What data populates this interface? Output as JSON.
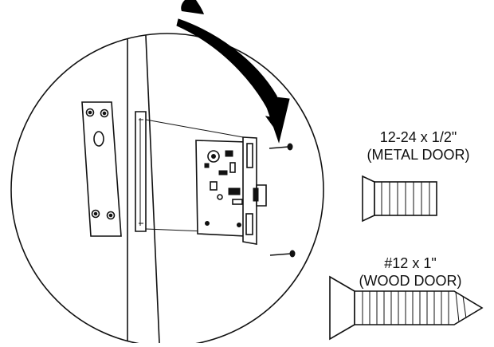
{
  "labels": {
    "metal_screw_size": "12-24 x 1/2\"",
    "metal_screw_door": "(METAL DOOR)",
    "wood_screw_size": "#12 x 1\"",
    "wood_screw_door": "(WOOD DOOR)"
  },
  "icons": {
    "arrow": "curved-arrow-icon",
    "metal_screw": "machine-screw-icon",
    "wood_screw": "wood-screw-icon"
  },
  "colors": {
    "ink": "#111111",
    "paper": "#ffffff"
  }
}
